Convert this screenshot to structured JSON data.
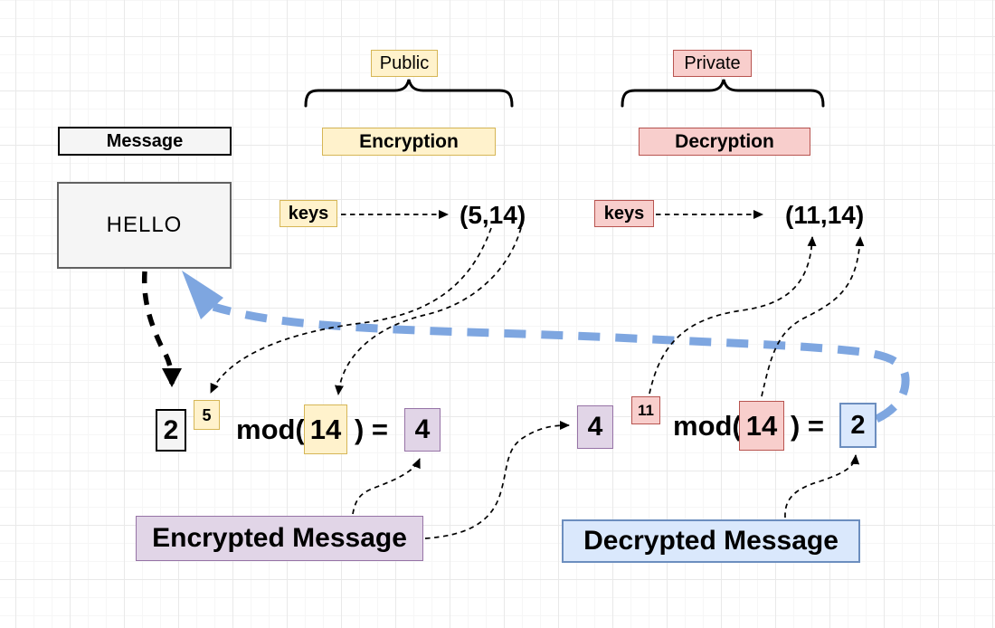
{
  "diagram": {
    "title_implied": "RSA public/private key example",
    "message": {
      "header": "Message",
      "content": "HELLO"
    },
    "public_side": {
      "tag": "Public",
      "process": "Encryption",
      "keys_label": "keys",
      "key_pair": "(5,14)"
    },
    "private_side": {
      "tag": "Private",
      "process": "Decryption",
      "keys_label": "keys",
      "key_pair": "(11,14)"
    },
    "encryption_formula": {
      "base": "2",
      "exponent": "5",
      "operator": "mod(",
      "modulus": "14",
      "equals": ") =",
      "result": "4"
    },
    "decryption_formula": {
      "base": "4",
      "exponent": "11",
      "operator": "mod(",
      "modulus": "14",
      "equals": ") =",
      "result": "2"
    },
    "encrypted_message_label": "Encrypted Message",
    "decrypted_message_label": "Decrypted Message",
    "colors": {
      "public_fill": "#fff2cc",
      "public_border": "#d6b656",
      "private_fill": "#f8cecc",
      "private_border": "#b85450",
      "encrypted_fill": "#e1d5e7",
      "encrypted_border": "#9673a6",
      "decrypted_fill": "#dae8fc",
      "decrypted_border": "#6c8ebf",
      "message_fill": "#f5f5f5",
      "message_border": "#616161",
      "return_flow_arrow": "#7ea6e0",
      "connector": "#000000"
    }
  }
}
